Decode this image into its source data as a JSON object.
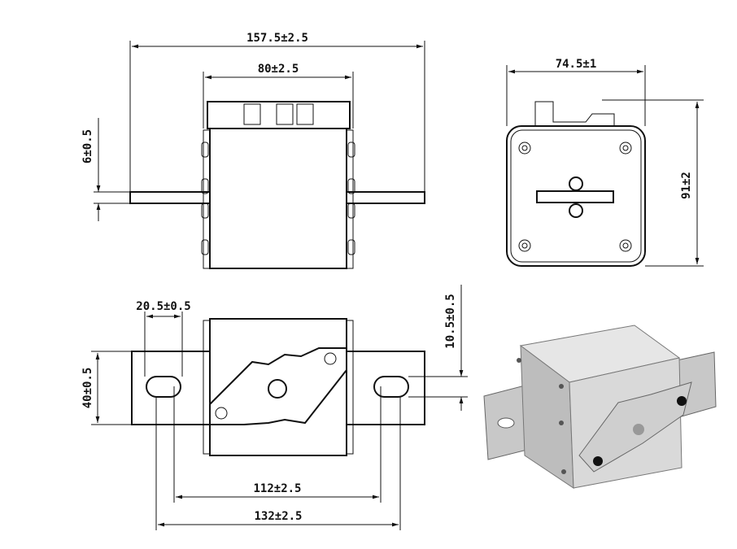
{
  "title": "Fuse dimension drawing",
  "dimensions": {
    "overall_length": "157.5±2.5",
    "body_width": "80±2.5",
    "blade_thickness": "6±0.5",
    "side_width": "74.5±1",
    "height": "91±2",
    "slot_length": "20.5±0.5",
    "slot_width": "10.5±0.5",
    "blade_width": "40±0.5",
    "slot_center_distance": "112±2.5",
    "mounting_length": "132±2.5"
  },
  "colors": {
    "line": "#111111",
    "body_3d": "#d9d9d9",
    "blade_3d": "#c8c8c8"
  }
}
